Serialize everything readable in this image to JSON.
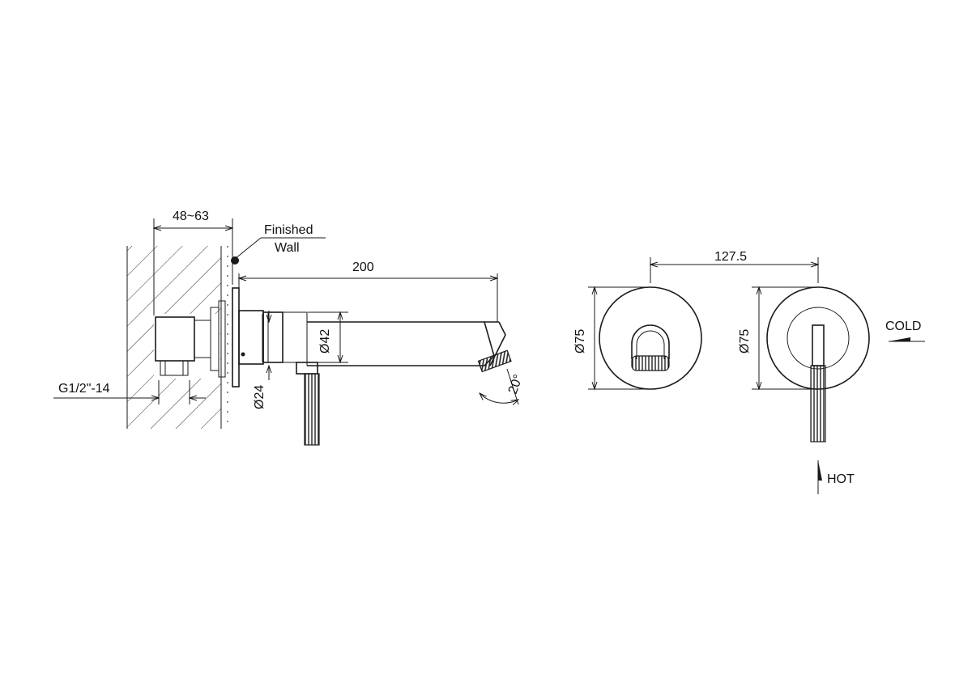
{
  "side_view": {
    "wall_thickness_label": "48~63",
    "finished_wall_line1": "Finished",
    "finished_wall_line2": "Wall",
    "spout_length_label": "200",
    "spout_diameter_label": "Ø42",
    "handle_diameter_label": "Ø24",
    "thread_label": "G1/2\"-14",
    "outlet_angle_label": "20°"
  },
  "front_views": {
    "spacing_label": "127.5",
    "left_plate_diameter_label": "Ø75",
    "right_plate_diameter_label": "Ø75",
    "cold_label": "COLD",
    "hot_label": "HOT"
  }
}
